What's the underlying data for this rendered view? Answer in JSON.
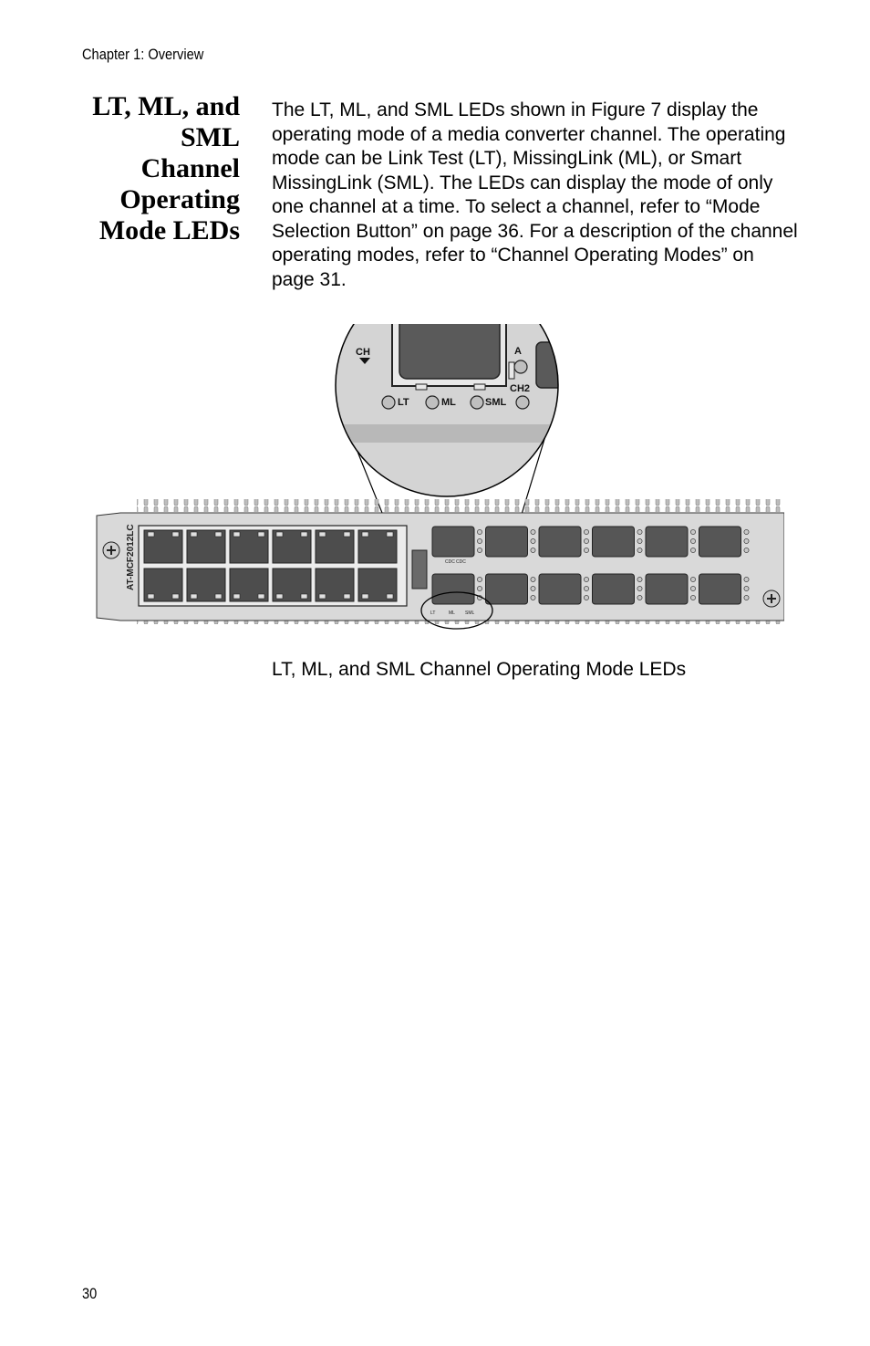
{
  "header": {
    "running_head": "Chapter 1: Overview"
  },
  "section": {
    "heading_lines": [
      "LT, ML, and",
      "SML",
      "Channel",
      "Operating",
      "Mode LEDs"
    ],
    "body": "The LT, ML, and SML LEDs shown in Figure 7 display the operating mode of a media converter channel. The operating mode can be Link Test (LT), MissingLink (ML), or Smart MissingLink (SML). The LEDs can display the mode of only one channel at a time. To select a channel, refer to “Mode Selection Button” on page 36. For a description of the channel operating modes, refer to “Channel Operating Modes” on page 31."
  },
  "figure": {
    "zoom_labels": {
      "ch": "CH",
      "a": "A",
      "ch2": "CH2",
      "lt": "LT",
      "ml": "ML",
      "sml": "SML"
    },
    "model_label": "AT-MCF2012LC",
    "caption": "LT, ML, and SML Channel Operating Mode LEDs"
  },
  "footer": {
    "page_number": "30"
  }
}
